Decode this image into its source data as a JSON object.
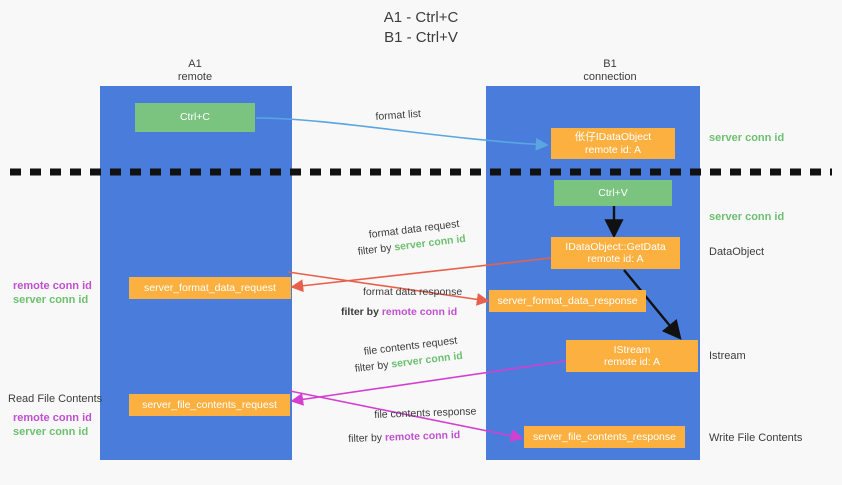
{
  "title": {
    "line1": "A1 - Ctrl+C",
    "line2": "B1 - Ctrl+V"
  },
  "columns": [
    {
      "name": "A1",
      "sub": "remote"
    },
    {
      "name": "B1",
      "sub": "connection"
    }
  ],
  "nodes": {
    "ctrl_c": {
      "label": "Ctrl+C"
    },
    "ctrl_v": {
      "label": "Ctrl+V"
    },
    "data_object_create": {
      "line1": "伥仔IDataObject",
      "line2": "remote id: A"
    },
    "get_data": {
      "line1": "IDataObject::GetData",
      "line2": "remote id: A"
    },
    "istream": {
      "line1": "IStream",
      "line2": "remote id: A"
    },
    "server_format_data_request": {
      "label": "server_format_data_request"
    },
    "server_format_data_response": {
      "label": "server_format_data_response"
    },
    "server_file_contents_request": {
      "label": "server_file_contents_request"
    },
    "server_file_contents_response": {
      "label": "server_file_contents_response"
    }
  },
  "edge_labels": {
    "format_list": "format list",
    "format_data_request": "format data request",
    "format_data_response": "format data response",
    "file_contents_request": "file contents request",
    "file_contents_response": "file contents response",
    "filter_by": "filter by ",
    "server_conn_id": "server conn id",
    "remote_conn_id": "remote conn id"
  },
  "right_labels": {
    "server_conn_id_top": "server conn id",
    "server_conn_id_mid": "server conn id",
    "data_object": "DataObject",
    "istream": "Istream",
    "write_file_contents": "Write File Contents"
  },
  "left_labels": {
    "remote_conn_id_1": "remote conn id",
    "server_conn_id_1": "server conn id",
    "read_file_contents": "Read File Contents",
    "remote_conn_id_2": "remote conn id",
    "server_conn_id_2": "server conn id"
  },
  "colors": {
    "lane": "#4a7ddb",
    "green_node": "#7ac47f",
    "orange_node": "#fbb040",
    "server_conn_id": "#6cc070",
    "remote_conn_id": "#c050d0",
    "arrow_blue": "#5aa6e0",
    "arrow_red": "#e8604c",
    "arrow_magenta": "#d43fd0",
    "arrow_black": "#111111",
    "background": "#f8f8f8"
  }
}
